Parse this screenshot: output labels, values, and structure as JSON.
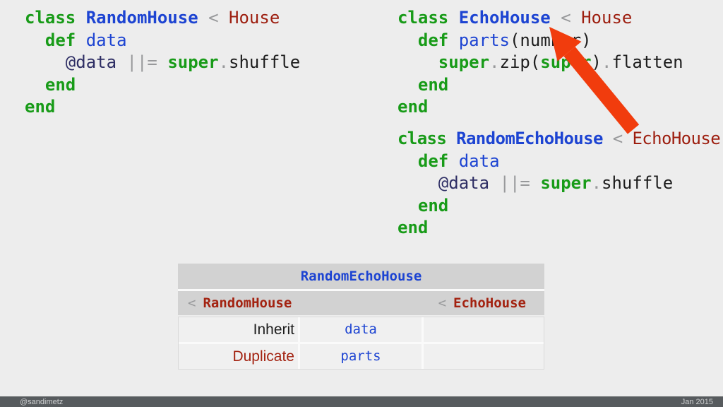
{
  "colors": {
    "bg": "#ededed",
    "keyword": "#189b18",
    "classname": "#1d44d2",
    "method": "#1d44d2",
    "superclass": "#9d1e0f",
    "ivar": "#2e2e64",
    "operator": "#98999b",
    "plain": "#1d1d1d",
    "arrow": "#f13c0d",
    "table_header_bg": "#d2d2d2",
    "table_cell_bg": "#f0f0f0",
    "table_sep": "#fafafa",
    "table_red": "#a32210",
    "footer_bg": "#575b5e",
    "footer_text": "#ced0d1"
  },
  "code_blocks": [
    {
      "name": "RandomHouse",
      "lines": [
        [
          {
            "t": "class",
            "c": "k"
          },
          {
            "t": " ",
            "c": "p"
          },
          {
            "t": "RandomHouse",
            "c": "n"
          },
          {
            "t": " ",
            "c": "p"
          },
          {
            "t": "<",
            "c": "o"
          },
          {
            "t": " ",
            "c": "p"
          },
          {
            "t": "House",
            "c": "s"
          }
        ],
        [
          {
            "t": "  ",
            "c": "p"
          },
          {
            "t": "def",
            "c": "k"
          },
          {
            "t": " ",
            "c": "p"
          },
          {
            "t": "data",
            "c": "m"
          }
        ],
        [
          {
            "t": "    ",
            "c": "p"
          },
          {
            "t": "@data",
            "c": "v"
          },
          {
            "t": " ",
            "c": "p"
          },
          {
            "t": "||=",
            "c": "o"
          },
          {
            "t": " ",
            "c": "p"
          },
          {
            "t": "super",
            "c": "k"
          },
          {
            "t": ".",
            "c": "o"
          },
          {
            "t": "shuffle",
            "c": "p"
          }
        ],
        [
          {
            "t": "  ",
            "c": "p"
          },
          {
            "t": "end",
            "c": "k"
          }
        ],
        [
          {
            "t": "end",
            "c": "k"
          }
        ]
      ]
    },
    {
      "name": "EchoHouse",
      "lines": [
        [
          {
            "t": "class",
            "c": "k"
          },
          {
            "t": " ",
            "c": "p"
          },
          {
            "t": "EchoHouse",
            "c": "n"
          },
          {
            "t": " ",
            "c": "p"
          },
          {
            "t": "<",
            "c": "o"
          },
          {
            "t": " ",
            "c": "p"
          },
          {
            "t": "House",
            "c": "s"
          }
        ],
        [
          {
            "t": "  ",
            "c": "p"
          },
          {
            "t": "def",
            "c": "k"
          },
          {
            "t": " ",
            "c": "p"
          },
          {
            "t": "parts",
            "c": "m"
          },
          {
            "t": "(number)",
            "c": "p"
          }
        ],
        [
          {
            "t": "    ",
            "c": "p"
          },
          {
            "t": "super",
            "c": "k"
          },
          {
            "t": ".",
            "c": "o"
          },
          {
            "t": "zip(",
            "c": "p"
          },
          {
            "t": "super",
            "c": "k"
          },
          {
            "t": ")",
            "c": "p"
          },
          {
            "t": ".",
            "c": "o"
          },
          {
            "t": "flatten",
            "c": "p"
          }
        ],
        [
          {
            "t": "  ",
            "c": "p"
          },
          {
            "t": "end",
            "c": "k"
          }
        ],
        [
          {
            "t": "end",
            "c": "k"
          }
        ]
      ]
    },
    {
      "name": "RandomEchoHouse",
      "lines": [
        [
          {
            "t": "class",
            "c": "k"
          },
          {
            "t": " ",
            "c": "p"
          },
          {
            "t": "RandomEchoHouse",
            "c": "n"
          },
          {
            "t": " ",
            "c": "p"
          },
          {
            "t": "<",
            "c": "o"
          },
          {
            "t": " ",
            "c": "p"
          },
          {
            "t": "EchoHouse",
            "c": "s"
          }
        ],
        [
          {
            "t": "  ",
            "c": "p"
          },
          {
            "t": "def",
            "c": "k"
          },
          {
            "t": " ",
            "c": "p"
          },
          {
            "t": "data",
            "c": "m"
          }
        ],
        [
          {
            "t": "    ",
            "c": "p"
          },
          {
            "t": "@data",
            "c": "v"
          },
          {
            "t": " ",
            "c": "p"
          },
          {
            "t": "||=",
            "c": "o"
          },
          {
            "t": " ",
            "c": "p"
          },
          {
            "t": "super",
            "c": "k"
          },
          {
            "t": ".",
            "c": "o"
          },
          {
            "t": "shuffle",
            "c": "p"
          }
        ],
        [
          {
            "t": "  ",
            "c": "p"
          },
          {
            "t": "end",
            "c": "k"
          }
        ],
        [
          {
            "t": "end",
            "c": "k"
          }
        ]
      ]
    }
  ],
  "table": {
    "title": "RandomEchoHouse",
    "parents": {
      "left_symbol": "<",
      "left_name": "RandomHouse",
      "right_symbol": "<",
      "right_name": "EchoHouse"
    },
    "rows": [
      {
        "label": "Inherit",
        "method": "data",
        "note": ""
      },
      {
        "label": "Duplicate",
        "method": "parts",
        "note": ""
      }
    ]
  },
  "footer": {
    "handle": "@sandimetz",
    "date": "Jan 2015"
  }
}
